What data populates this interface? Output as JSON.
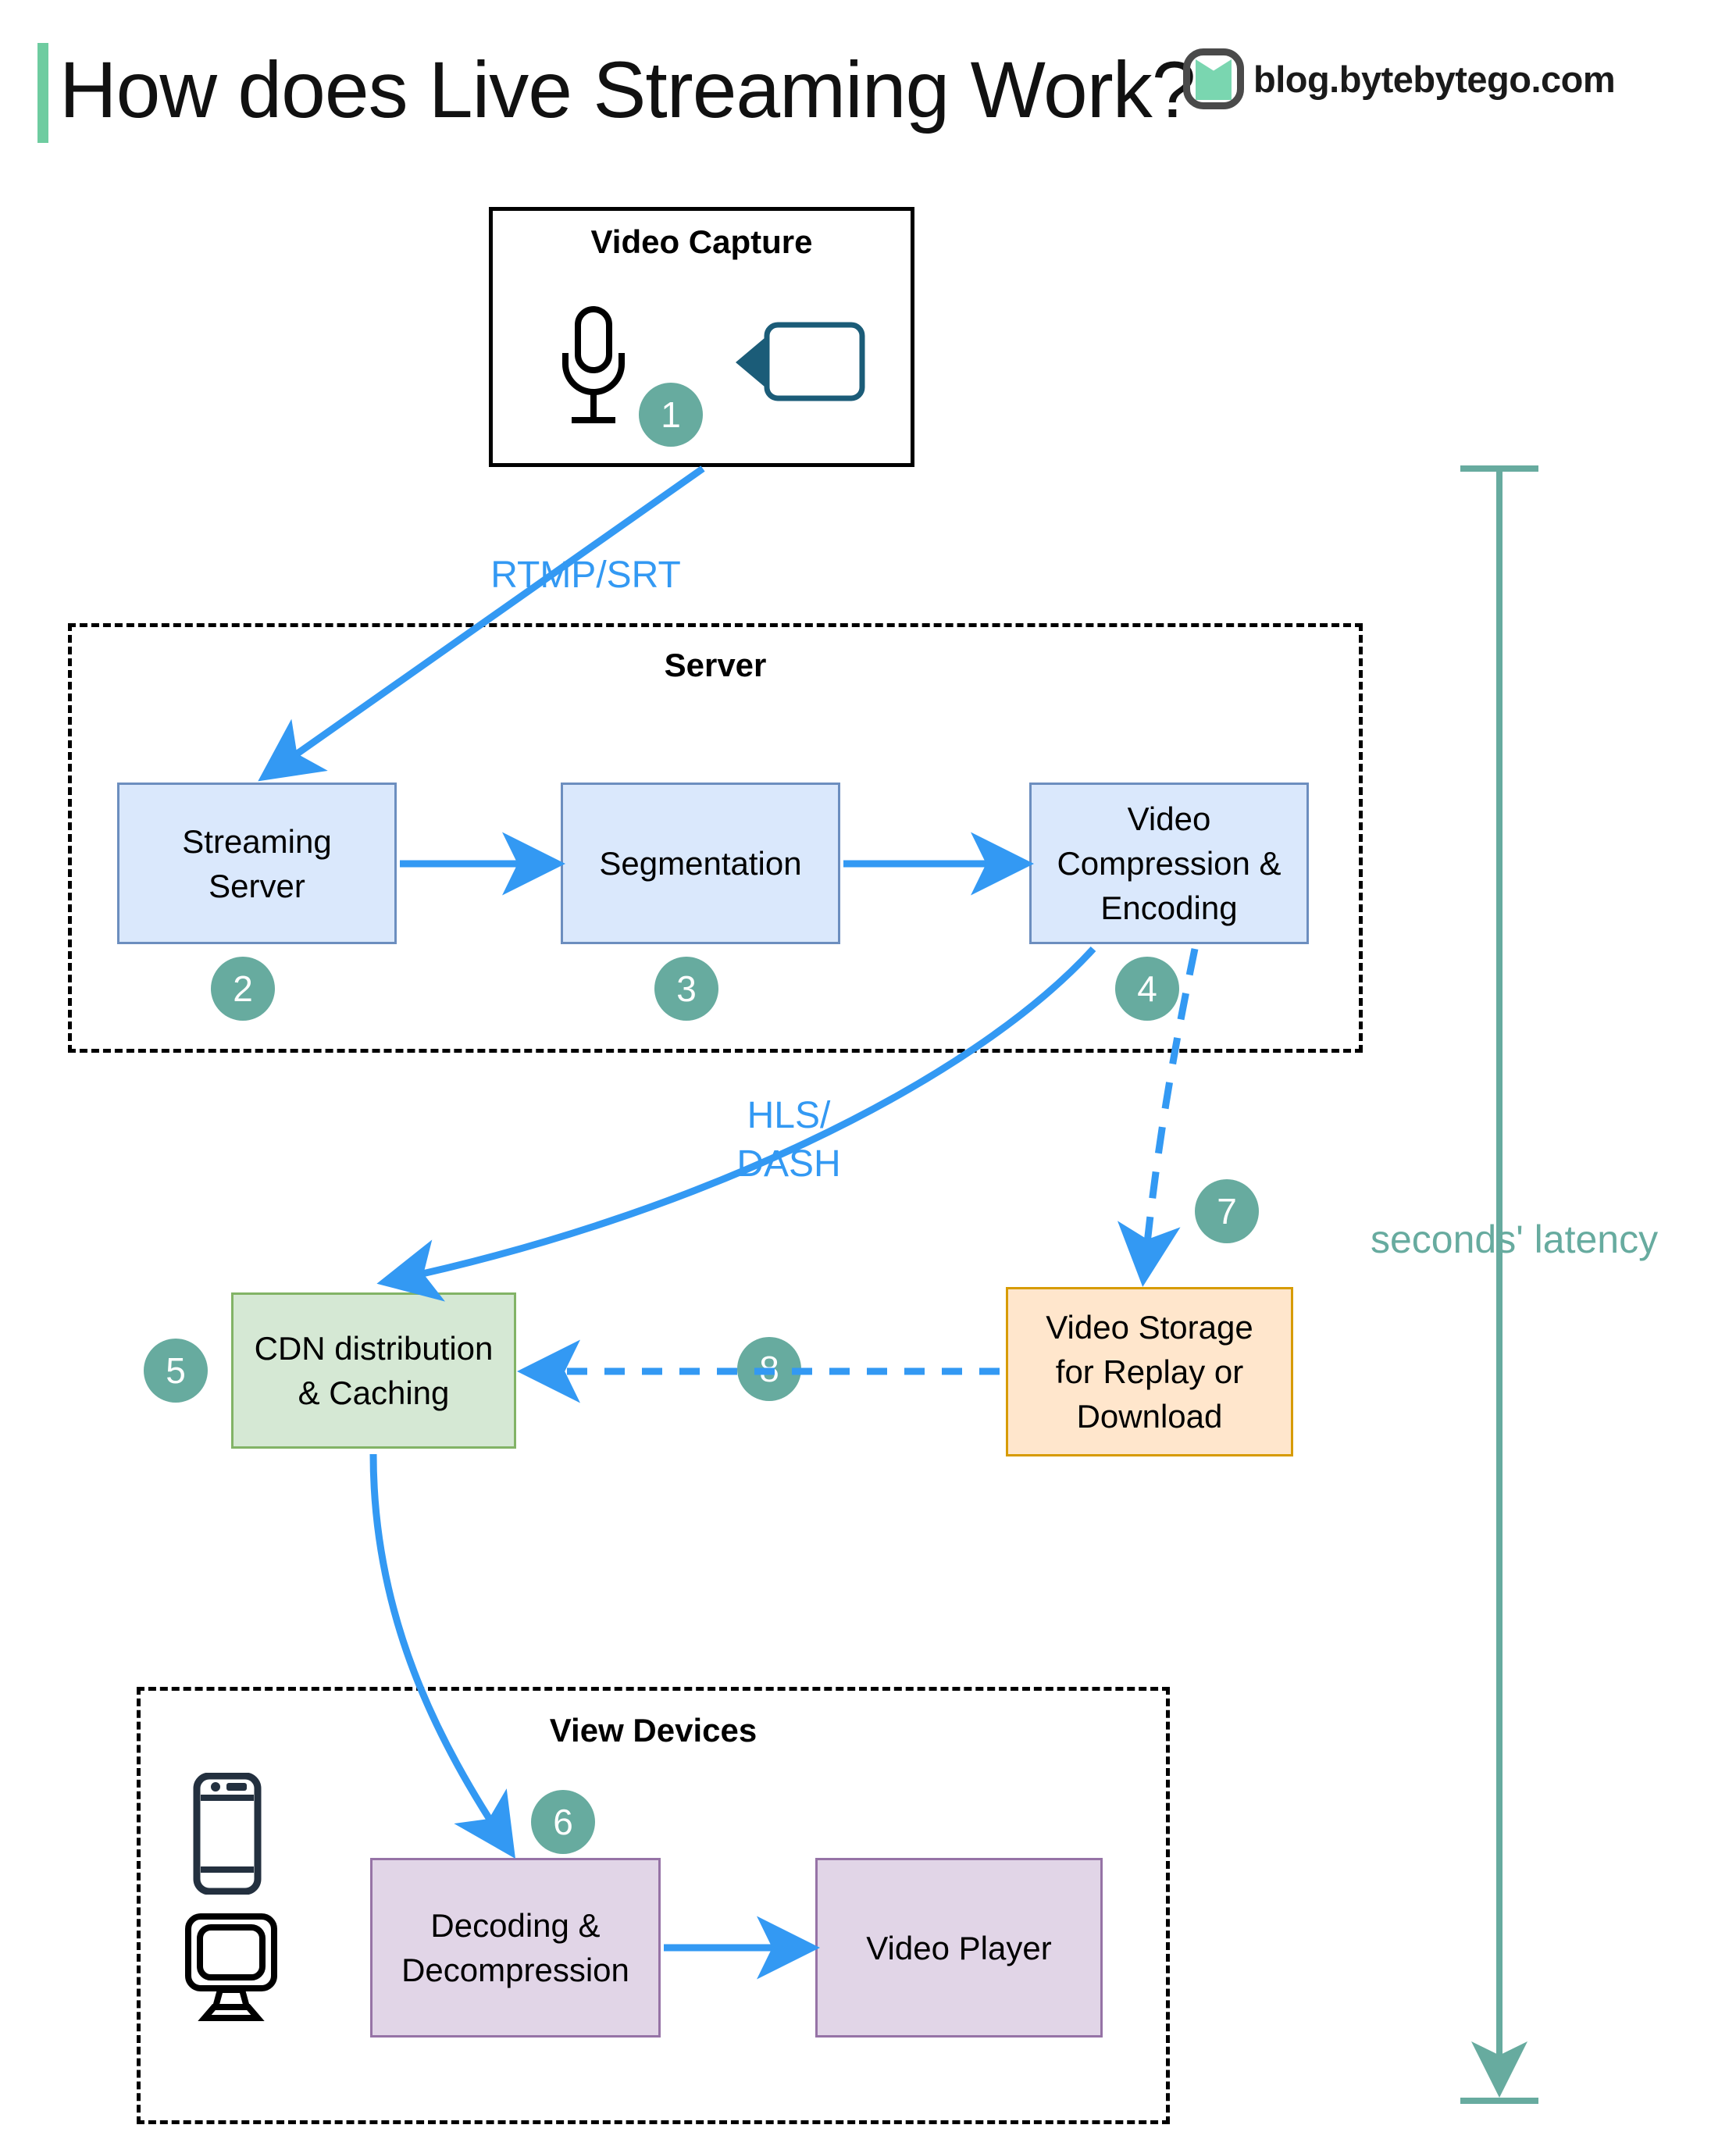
{
  "header": {
    "title": "How does Live Streaming Work?",
    "brand": "blog.bytebytego.com",
    "accent_color": "#6ecca0",
    "logo_icon": "bytebytego-logo-icon"
  },
  "colors": {
    "badge": "#67ab9f",
    "edge": "#3399f3",
    "blue_fill": "#dae8fc",
    "blue_stroke": "#6c8ebf",
    "green_fill": "#d5e8d4",
    "green_stroke": "#82b366",
    "orange_fill": "#ffe6cc",
    "orange_stroke": "#d79b00",
    "purple_fill": "#e1d5e7",
    "purple_stroke": "#9673a6",
    "latency": "#67ab9f",
    "camera_icon": "#1b5c78"
  },
  "containers": {
    "capture": {
      "title": "Video Capture"
    },
    "server": {
      "title": "Server"
    },
    "view_devices": {
      "title": "View Devices"
    }
  },
  "nodes": {
    "streaming_server": "Streaming\nServer",
    "segmentation": "Segmentation",
    "compression": "Video\nCompression &\nEncoding",
    "cdn": "CDN distribution\n& Caching",
    "storage": "Video Storage\nfor Replay or\nDownload",
    "decoding": "Decoding &\nDecompression",
    "player": "Video Player"
  },
  "badges": {
    "b1": "1",
    "b2": "2",
    "b3": "3",
    "b4": "4",
    "b5": "5",
    "b6": "6",
    "b7": "7",
    "b8": "8"
  },
  "edge_labels": {
    "rtmp_srt": "RTMP/SRT",
    "hls_dash": "HLS/\nDASH"
  },
  "annotations": {
    "latency": "seconds' latency"
  },
  "icons": {
    "microphone": "microphone-icon",
    "video_camera": "video-camera-icon",
    "phone": "mobile-phone-icon",
    "monitor": "desktop-monitor-icon"
  }
}
